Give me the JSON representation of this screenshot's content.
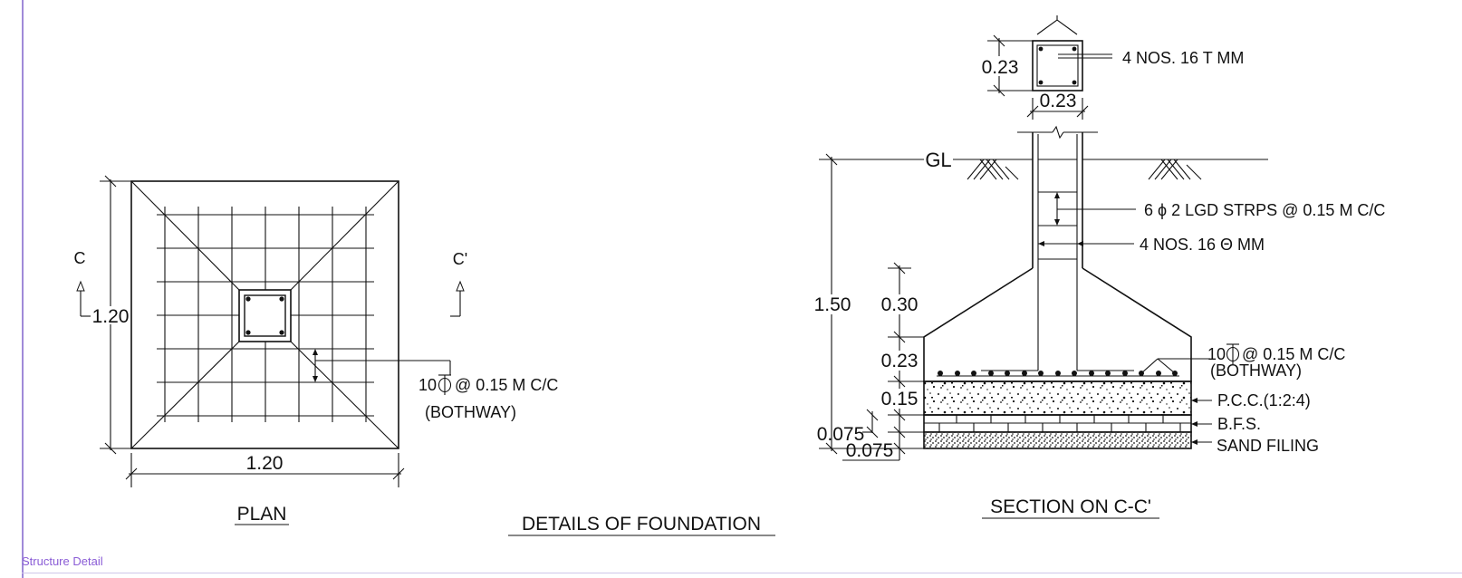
{
  "sheet": {
    "title": "DETAILS OF FOUNDATION",
    "tab_label": "Structure Detail"
  },
  "plan": {
    "title": "PLAN",
    "width_dim": "1.20",
    "height_dim": "1.20",
    "section_mark_left": "C",
    "section_mark_right": "C'",
    "rebar_note_line1": "10",
    "rebar_note_line1b": "@ 0.15 M C/C",
    "rebar_note_line2": "(BOTHWAY)"
  },
  "section": {
    "title": "SECTION ON C-C'",
    "column_size_v": "0.23",
    "column_size_h": "0.23",
    "column_bars": "4 NOS. 16  T  MM",
    "ground_level": "GL",
    "stirrups": "6  ϕ 2 LGD STRPS @ 0.15 M C/C",
    "main_bars": "4 NOS. 16  Θ  MM",
    "depth": "1.50",
    "dim_slope": "0.30",
    "dim_base": "0.23",
    "dim_pcc": "0.15",
    "dim_bfs": "0.075",
    "dim_sand": "0.075",
    "rebar_note_line1": "10",
    "rebar_note_line1b": "@ 0.15 M C/C",
    "rebar_note_line2": "(BOTHWAY)",
    "layer_pcc": "P.C.C.(1:2:4)",
    "layer_bfs": "B.F.S.",
    "layer_sand": "SAND FILING"
  }
}
